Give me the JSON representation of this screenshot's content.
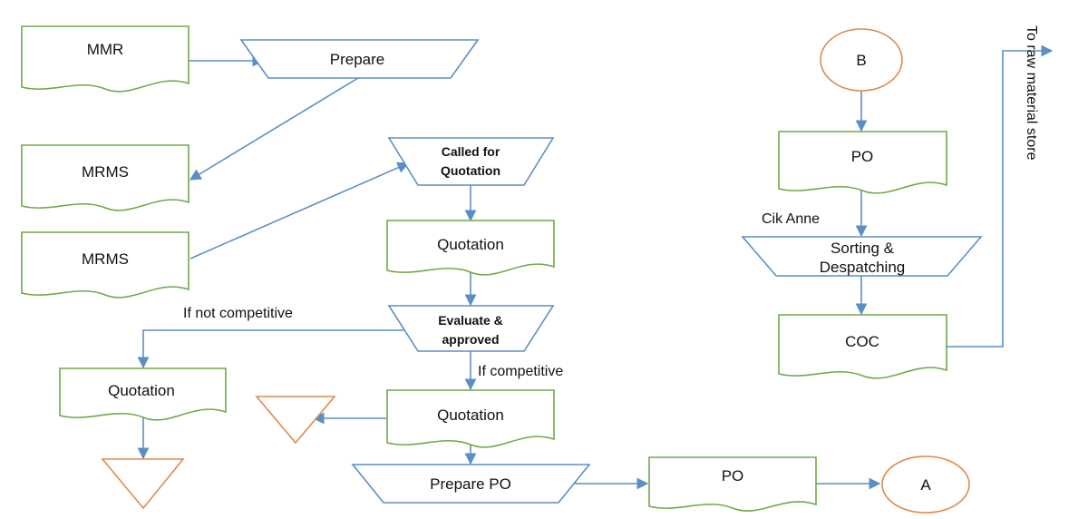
{
  "documents": {
    "mmr": "MMR",
    "mrms_1": "MRMS",
    "mrms_2": "MRMS",
    "quotation_received": "Quotation",
    "quotation_rejected": "Quotation",
    "quotation_accepted": "Quotation",
    "po_bottom": "PO",
    "po_top": "PO",
    "coc": "COC"
  },
  "processes": {
    "prepare": "Prepare",
    "called_for_quotation_line1": "Called for",
    "called_for_quotation_line2": "Quotation",
    "evaluate_line1": "Evaluate &",
    "evaluate_line2": "approved",
    "prepare_po": "Prepare PO",
    "sorting_line1": "Sorting &",
    "sorting_line2": "Despatching"
  },
  "connectors": {
    "a": "A",
    "b": "B"
  },
  "annotations": {
    "if_not_competitive": "If not competitive",
    "if_competitive": "If competitive",
    "cik_anne": "Cik Anne",
    "to_raw_material_store": "To raw material store"
  },
  "colors": {
    "document_border": "#70a84a",
    "process_border": "#5b8fc4",
    "terminator_border": "#e08a4a",
    "connector_line": "#5b8fc4"
  }
}
